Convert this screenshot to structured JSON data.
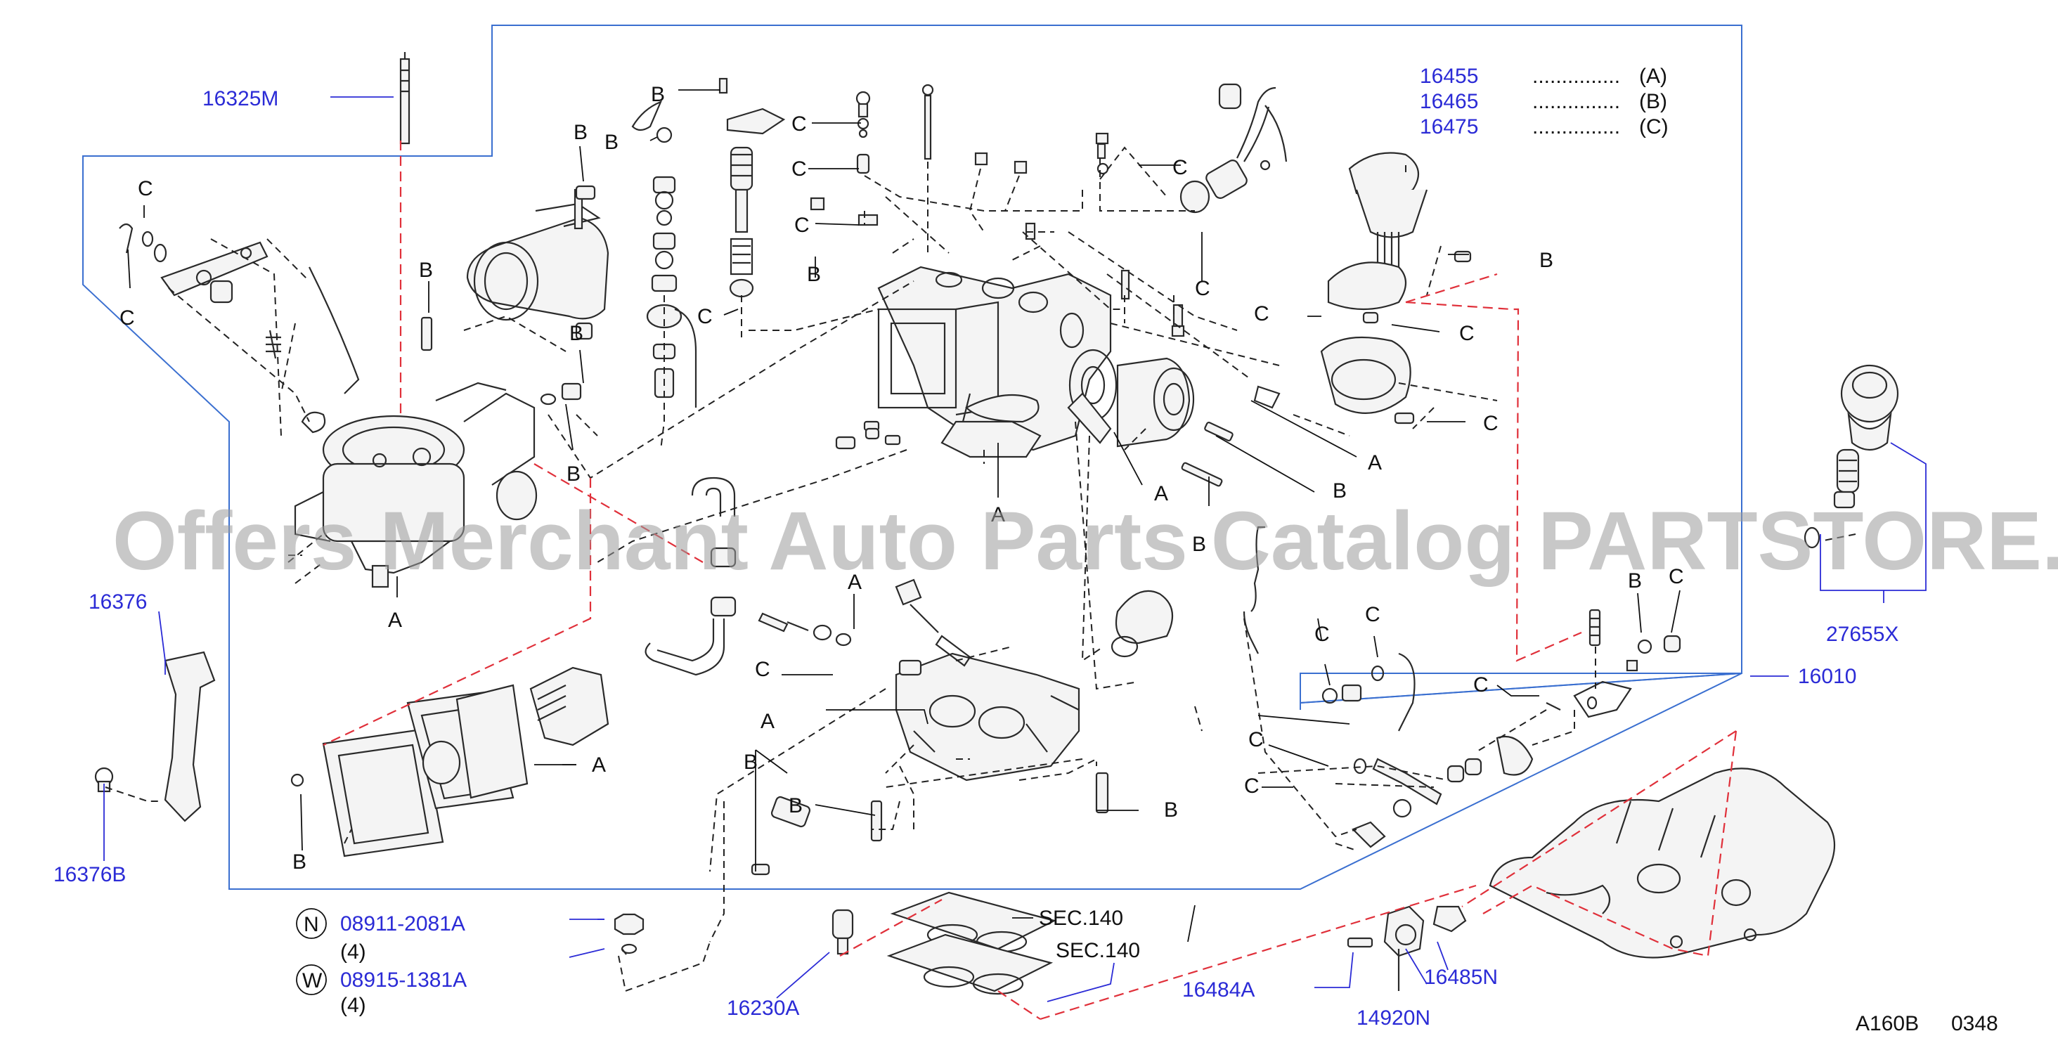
{
  "watermark": "Offers Merchant Auto Parts Catalog PARTSTORE.SA",
  "diagram_code": "A160B",
  "diagram_number": "0348",
  "legend": [
    {
      "part": "16455",
      "dots": "...............",
      "code": "(A)"
    },
    {
      "part": "16465",
      "dots": "...............",
      "code": "(B)"
    },
    {
      "part": "16475",
      "dots": "...............",
      "code": "(C)"
    }
  ],
  "part_numbers": {
    "p16325M": "16325M",
    "p16376": "16376",
    "p16376B": "16376B",
    "p27655X": "27655X",
    "p16010": "16010",
    "p08911": "08911-2081A",
    "p08915": "08915-1381A",
    "p16230A": "16230A",
    "p16484A": "16484A",
    "p14920N": "14920N",
    "p16485N": "16485N"
  },
  "refs": {
    "sec1": "SEC.140",
    "sec2": "SEC.140",
    "nut_symbol": "N",
    "washer_symbol": "W",
    "qty1": "(4)",
    "qty2": "(4)"
  },
  "codes": {
    "a": "A",
    "b": "B",
    "c": "C"
  }
}
